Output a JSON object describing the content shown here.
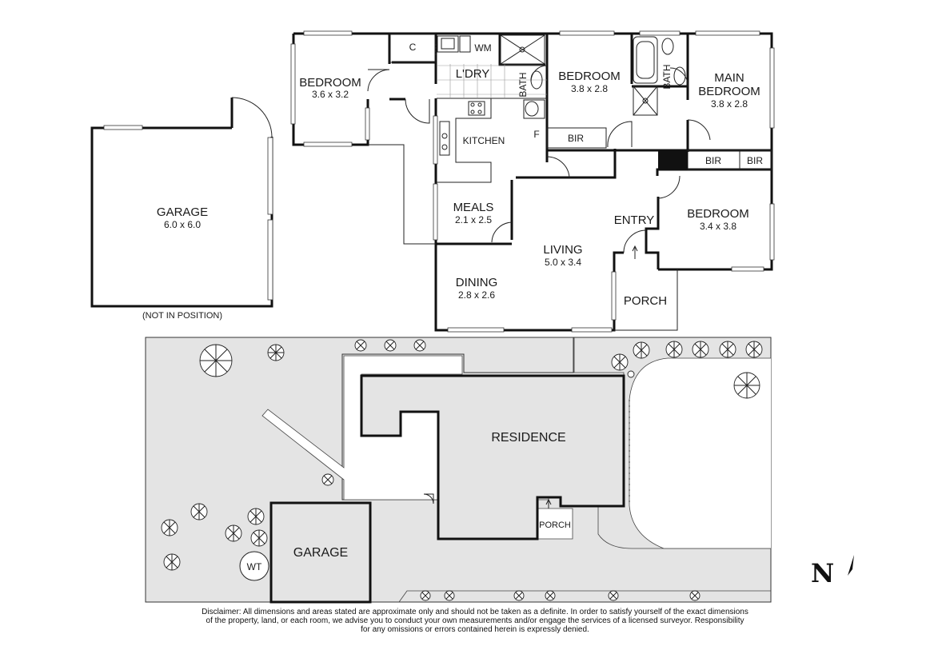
{
  "floor_plan": {
    "rooms": {
      "bedroom_nw": {
        "name": "BEDROOM",
        "dims": "3.6 x 3.2"
      },
      "bedroom_2": {
        "name": "BEDROOM",
        "dims": "3.8 x 2.8"
      },
      "main_bedroom": {
        "name1": "MAIN",
        "name2": "BEDROOM",
        "dims": "3.8 x 2.8"
      },
      "bedroom_se": {
        "name": "BEDROOM",
        "dims": "3.4 x 3.8"
      },
      "garage": {
        "name": "GARAGE",
        "dims": "6.0 x 6.0",
        "note": "(NOT IN POSITION)"
      },
      "meals": {
        "name": "MEALS",
        "dims": "2.1 x 2.5"
      },
      "living": {
        "name": "LIVING",
        "dims": "5.0 x 3.4"
      },
      "dining": {
        "name": "DINING",
        "dims": "2.8 x 2.6"
      },
      "kitchen": {
        "name": "KITCHEN"
      },
      "laundry": {
        "name": "L'DRY"
      },
      "entry": {
        "name": "ENTRY"
      },
      "porch": {
        "name": "PORCH"
      },
      "bath_1": {
        "name": "BATH"
      },
      "bath_2": {
        "name": "BATH"
      }
    },
    "fixtures": {
      "cupboard": "C",
      "washing_machine": "WM",
      "fridge": "F",
      "bir_1": "BIR",
      "bir_2": "BIR",
      "bir_3": "BIR"
    }
  },
  "site_plan": {
    "residence": "RESIDENCE",
    "porch": "PORCH",
    "garage": "GARAGE",
    "water_tank": "WT"
  },
  "north": {
    "letter": "N"
  },
  "disclaimer": {
    "line1": "Disclaimer: All dimensions and areas stated are approximate only and should not be taken as a definite. In order to satisfy yourself of the exact dimensions",
    "line2": "of the property, land, or each room, we advise you to conduct your own measurements and/or engage the services of a licensed surveyor. Responsibility",
    "line3": "for any omissions or errors contained herein is expressly denied."
  },
  "colors": {
    "site_fill": "#e4e4e4",
    "wall": "#111111",
    "background": "#ffffff"
  }
}
